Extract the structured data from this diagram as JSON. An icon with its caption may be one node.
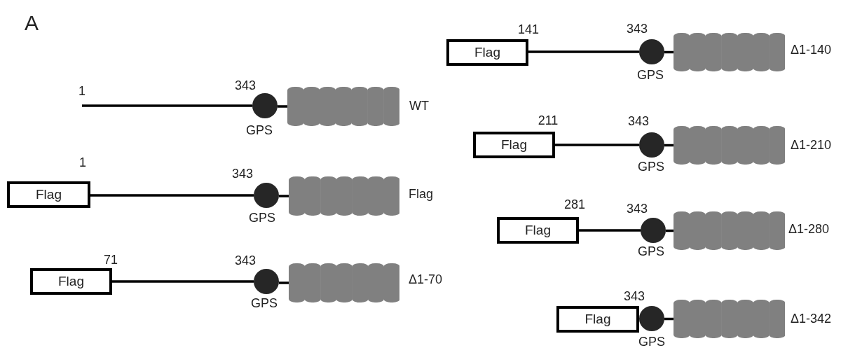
{
  "diagram": {
    "nodes": [
      {
        "text": [],
        "shape": "circle",
        "beside": [
          "GPS"
        ]
      },
      {
        "text": [],
        "shape": "bar",
        "beside": [
          "WT"
        ]
      },
      {
        "text": [
          "Flag"
        ]
      },
      {
        "text": [],
        "shape": "circle",
        "beside": [
          "GPS"
        ]
      },
      {
        "text": [],
        "shape": "bar",
        "beside": [
          "Flag"
        ]
      },
      {
        "text": [
          "Flag"
        ]
      },
      {
        "text": [],
        "shape": "circle",
        "beside": [
          "GPS"
        ]
      },
      {
        "text": [],
        "shape": "bar",
        "beside": [
          "Δ1-70"
        ]
      },
      {
        "text": [
          "Flag"
        ]
      },
      {
        "text": [],
        "shape": "circle",
        "beside": [
          "GPS"
        ]
      },
      {
        "text": [],
        "shape": "bar",
        "beside": [
          "Δ1-140"
        ]
      },
      {
        "text": [
          "Flag"
        ]
      },
      {
        "text": [],
        "shape": "circle",
        "beside": [
          "GPS"
        ]
      },
      {
        "text": [],
        "shape": "bar",
        "beside": [
          "Δ1-210"
        ]
      },
      {
        "text": [
          "Flag"
        ]
      },
      {
        "text": [],
        "shape": "circle",
        "beside": [
          "GPS"
        ]
      },
      {
        "text": [],
        "shape": "bar",
        "beside": [
          "Δ1-280"
        ]
      },
      {
        "text": [
          "Flag"
        ]
      },
      {
        "text": [],
        "shape": "circle",
        "beside": [
          "GPS"
        ]
      },
      {
        "text": [],
        "shape": "bar",
        "beside": [
          "Δ1-342"
        ]
      }
    ],
    "edges": [
      {
        "from": null,
        "to": 0,
        "arrow": "none"
      },
      {
        "from": 0,
        "to": 1,
        "arrow": "none"
      },
      {
        "from": 2,
        "to": 3,
        "arrow": "none"
      },
      {
        "from": 3,
        "to": 4,
        "arrow": "none"
      },
      {
        "from": 5,
        "to": 6,
        "arrow": "none"
      },
      {
        "from": 6,
        "to": 7,
        "arrow": "none"
      },
      {
        "from": 8,
        "to": 9,
        "arrow": "none"
      },
      {
        "from": 9,
        "to": 10,
        "arrow": "none"
      },
      {
        "from": 11,
        "to": 12,
        "arrow": "none"
      },
      {
        "from": 12,
        "to": 13,
        "arrow": "none"
      },
      {
        "from": 14,
        "to": 15,
        "arrow": "none"
      },
      {
        "from": 15,
        "to": 16,
        "arrow": "none"
      },
      {
        "from": 18,
        "to": 19,
        "arrow": "none"
      }
    ],
    "labels": [
      "A",
      "141",
      "343",
      "1",
      "343",
      "211",
      "343",
      "1",
      "343",
      "281",
      "343",
      "71",
      "343",
      "343"
    ]
  }
}
